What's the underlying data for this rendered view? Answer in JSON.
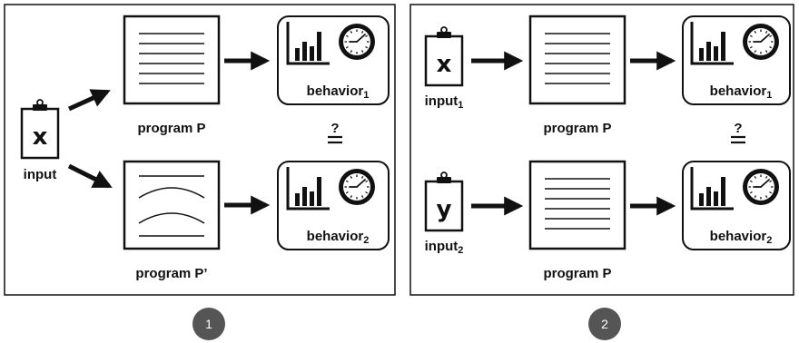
{
  "panel1": {
    "input_var": "x",
    "input_label": "input",
    "program_top": "program P",
    "program_bottom": "program P’",
    "behavior_top": {
      "text": "behavior",
      "sub": "1"
    },
    "behavior_bottom": {
      "text": "behavior",
      "sub": "2"
    },
    "compare_symbol": "?",
    "step_number": "1"
  },
  "panel2": {
    "input_top": {
      "var": "x",
      "label": "input",
      "sub": "1"
    },
    "input_bottom": {
      "var": "y",
      "label": "input",
      "sub": "2"
    },
    "program_top": "program P",
    "program_bottom": "program P",
    "behavior_top": {
      "text": "behavior",
      "sub": "1"
    },
    "behavior_bottom": {
      "text": "behavior",
      "sub": "2"
    },
    "compare_symbol": "?",
    "step_number": "2"
  },
  "colors": {
    "stroke": "#111111",
    "badge": "#555555",
    "badge_text": "#ffffff"
  },
  "icons": [
    "clipboard-icon",
    "document-icon",
    "bar-chart-icon",
    "clock-icon",
    "arrow-icon"
  ]
}
